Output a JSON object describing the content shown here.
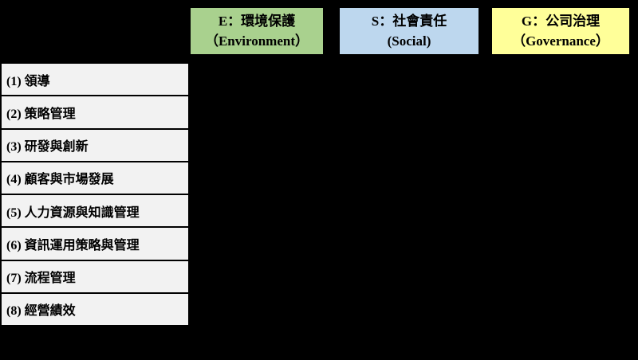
{
  "canvas": {
    "background": "#000000"
  },
  "colors": {
    "environment_bg": "#a9d18e",
    "social_bg": "#bdd7ee",
    "governance_bg": "#ffff99",
    "row_bg": "#f2f2f2",
    "border": "#000000",
    "text": "#000000"
  },
  "header": {
    "columns": [
      {
        "id": "environment",
        "line1": "E：環境保護",
        "line2": "（Environment）"
      },
      {
        "id": "social",
        "line1": "S：社會責任",
        "line2": "(Social)"
      },
      {
        "id": "governance",
        "line1": "G：公司治理",
        "line2": "（Governance）"
      }
    ]
  },
  "rows": [
    {
      "label": "(1) 領導"
    },
    {
      "label": "(2) 策略管理"
    },
    {
      "label": "(3) 研發與創新"
    },
    {
      "label": "(4) 顧客與市場發展"
    },
    {
      "label": "(5) 人力資源與知識管理"
    },
    {
      "label": "(6) 資訊運用策略與管理"
    },
    {
      "label": "(7) 流程管理"
    },
    {
      "label": "(8) 經營績效"
    }
  ]
}
